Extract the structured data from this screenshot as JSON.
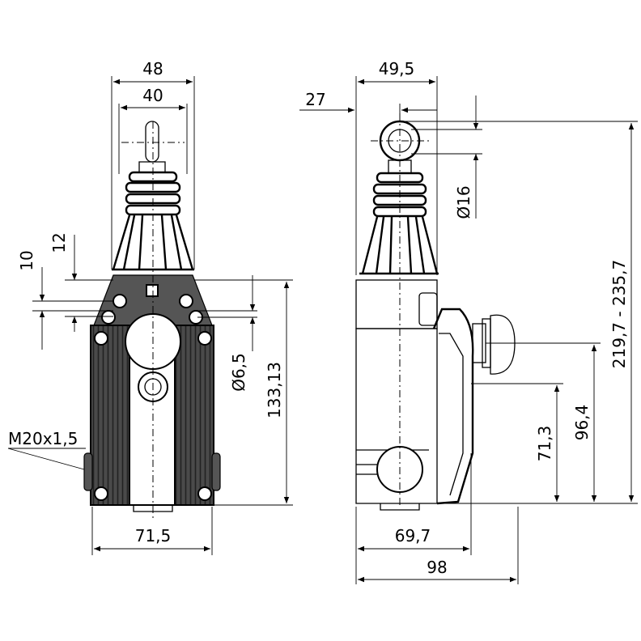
{
  "drawing": {
    "front": {
      "width_top_outer": "48",
      "width_top_inner": "40",
      "dim_12": "12",
      "dim_10": "10",
      "thread": "M20x1,5",
      "hole_dia": "Ø6,5",
      "height": "133,13",
      "width_body": "71,5"
    },
    "side": {
      "width_top": "49,5",
      "offset": "27",
      "eye_dia": "Ø16",
      "height_total": "219,7 - 235,7",
      "height_button": "96,4",
      "height_lower": "71,3",
      "width_body": "69,7",
      "width_total": "98"
    }
  },
  "colors": {
    "line": "#000000",
    "housing": "#555555",
    "background": "#ffffff"
  }
}
